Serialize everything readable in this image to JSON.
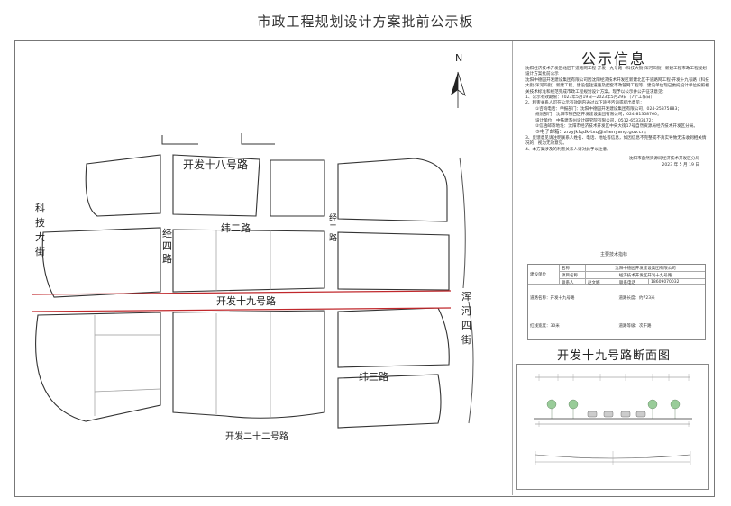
{
  "page_title": "市政工程规划设计方案批前公示板",
  "map": {
    "north": "N",
    "roads": {
      "kaifa18": "开发十八号路",
      "wei2": "纬二路",
      "jing4": "经四路",
      "jing2": "经二路",
      "keji": "科技大街",
      "kaifa19": "开发十九号路",
      "hunhe4": "浑河四街",
      "wei3": "纬三路",
      "kaifa22": "开发二十二号路"
    }
  },
  "notice": {
    "title": "公示信息",
    "intro": "沈阳经济技术开发区北区干道路网工程-开发十九号路（科技大街-浑河四街）新建工程市政工程规划设计方案批前公示",
    "body": "沈阳中德园开发建设集团有限公司因沈阳经济技术开发区新建北区干道路网工程-开发十九号路（科技大街-浑河四街）新建工程，建设包括道路及配套市政管网工程等，建设单位现已委托设计单位按照相关技术标准和规范完成市政工程规划设计方案。现予以公示并公开征求意见：",
    "items": [
      "1、公示有效期限：2023年5月19日—2023年5月29日（7个工作日）",
      "2、利害关系人可在公示有效期内通过以下途径咨询或提出意见："
    ],
    "contacts": [
      "①咨询电话：申报部门：沈阳中德园开发建设集团有限公司，024-25375883；",
      "规划部门：沈阳市铁西区开发建设集团有限公司，024-81358760；",
      "设计单位：中铁建苏州设计研究院有限公司，0512-65333172；",
      "②信函邮寄地址：沈阳市经济技术开发区中央大街17号自然资源局经济技术开发区分局。",
      "③电子邮箱：zrzyjkfqdk-txq@shenyang.gov.cn。"
    ],
    "items2": [
      "3、反馈意见请注明联系人姓名、电话、地址等信息，如因信息不完整或不真实导致无法收到相关情况的，视为无效意见。",
      "4、本方案涉及的利害关系人请对此予以注意。"
    ],
    "sign_org": "沈阳市自然资源局经济技术开发区分局",
    "sign_date": "2023 年 5 月 19 日"
  },
  "table": {
    "title": "主要技术指标",
    "header_label": "建设单位",
    "header_rows": [
      [
        "名称",
        "沈阳中德园开发建设集团有限公司"
      ],
      [
        "项目名称",
        "经济技术开发区开发十九号路"
      ],
      [
        "联系人",
        "赵文娜",
        "联系电话",
        "18609070032"
      ]
    ],
    "metrics": [
      [
        "道路名称：开发十九号路",
        "道路长度：约723米"
      ],
      [
        "红线宽度：30米",
        "道路等级：次干路"
      ]
    ]
  },
  "section": {
    "title": "开发十九号路断面图"
  }
}
